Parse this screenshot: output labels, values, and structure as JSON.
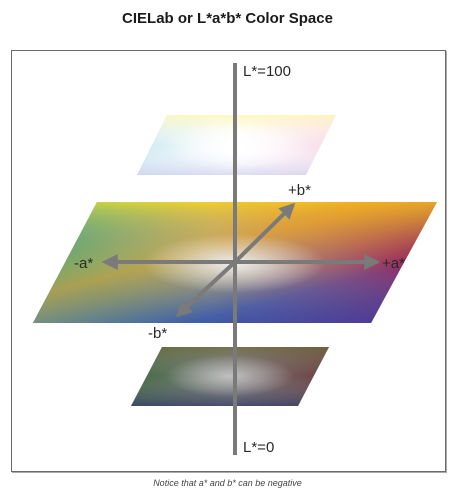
{
  "title": "CIELab or L*a*b* Color Space",
  "caption": "Notice that a* and b* can be negative",
  "diagram": {
    "axes": {
      "l_top": "L*=100",
      "l_bottom": "L*=0",
      "a_negative": "-a*",
      "a_positive": "+a*",
      "b_positive": "+b*",
      "b_negative": "-b*"
    },
    "colors": {
      "axis": "#7a7a7a",
      "yellow": "#f7e21a",
      "red": "#d4101e",
      "green": "#3fae3a",
      "blue": "#1a2f99",
      "cyan": "#1fa6c9",
      "purple": "#6a3a9a",
      "orange": "#f39a1c"
    }
  }
}
